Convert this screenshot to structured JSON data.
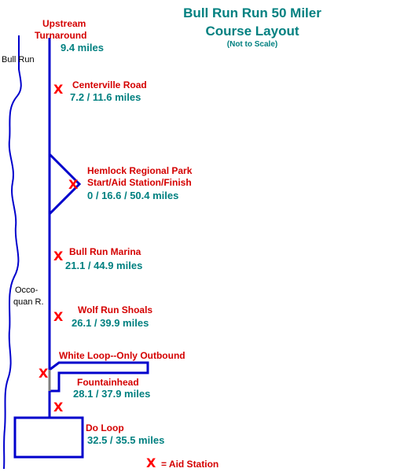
{
  "title_line1": "Bull Run Run 50 Miler",
  "title_line2": "Course Layout",
  "subtitle": "(Not to Scale)",
  "river_label_bull_run": "Bull Run",
  "river_label_occoquan_1": "Occo-",
  "river_label_occoquan_2": "quan R.",
  "aid_marker": "X",
  "legend_text": "= Aid Station",
  "stations": {
    "upstream": {
      "name_1": "Upstream",
      "name_2": "Turnaround",
      "miles": "9.4 miles"
    },
    "centerville": {
      "name": "Centerville Road",
      "miles": "7.2 / 11.6 miles"
    },
    "hemlock": {
      "name_1": "Hemlock Regional Park",
      "name_2": "Start/Aid Station/Finish",
      "miles": "0 / 16.6 / 50.4 miles"
    },
    "marina": {
      "name": "Bull Run Marina",
      "miles": "21.1 / 44.9 miles"
    },
    "wolf_run": {
      "name": "Wolf Run Shoals",
      "miles": "26.1 / 39.9 miles"
    },
    "white_loop": {
      "name": "White Loop--Only Outbound"
    },
    "fountainhead": {
      "name": "Fountainhead",
      "miles": "28.1 / 37.9 miles"
    },
    "do_loop": {
      "name": "Do Loop",
      "miles": "32.5 / 35.5 miles"
    }
  },
  "colors": {
    "trail": "#0000cc",
    "river": "#0000cc",
    "marker": "#ff0000",
    "station_name": "#d40000",
    "miles": "#008080",
    "title": "#008080",
    "connector": "#808080"
  }
}
